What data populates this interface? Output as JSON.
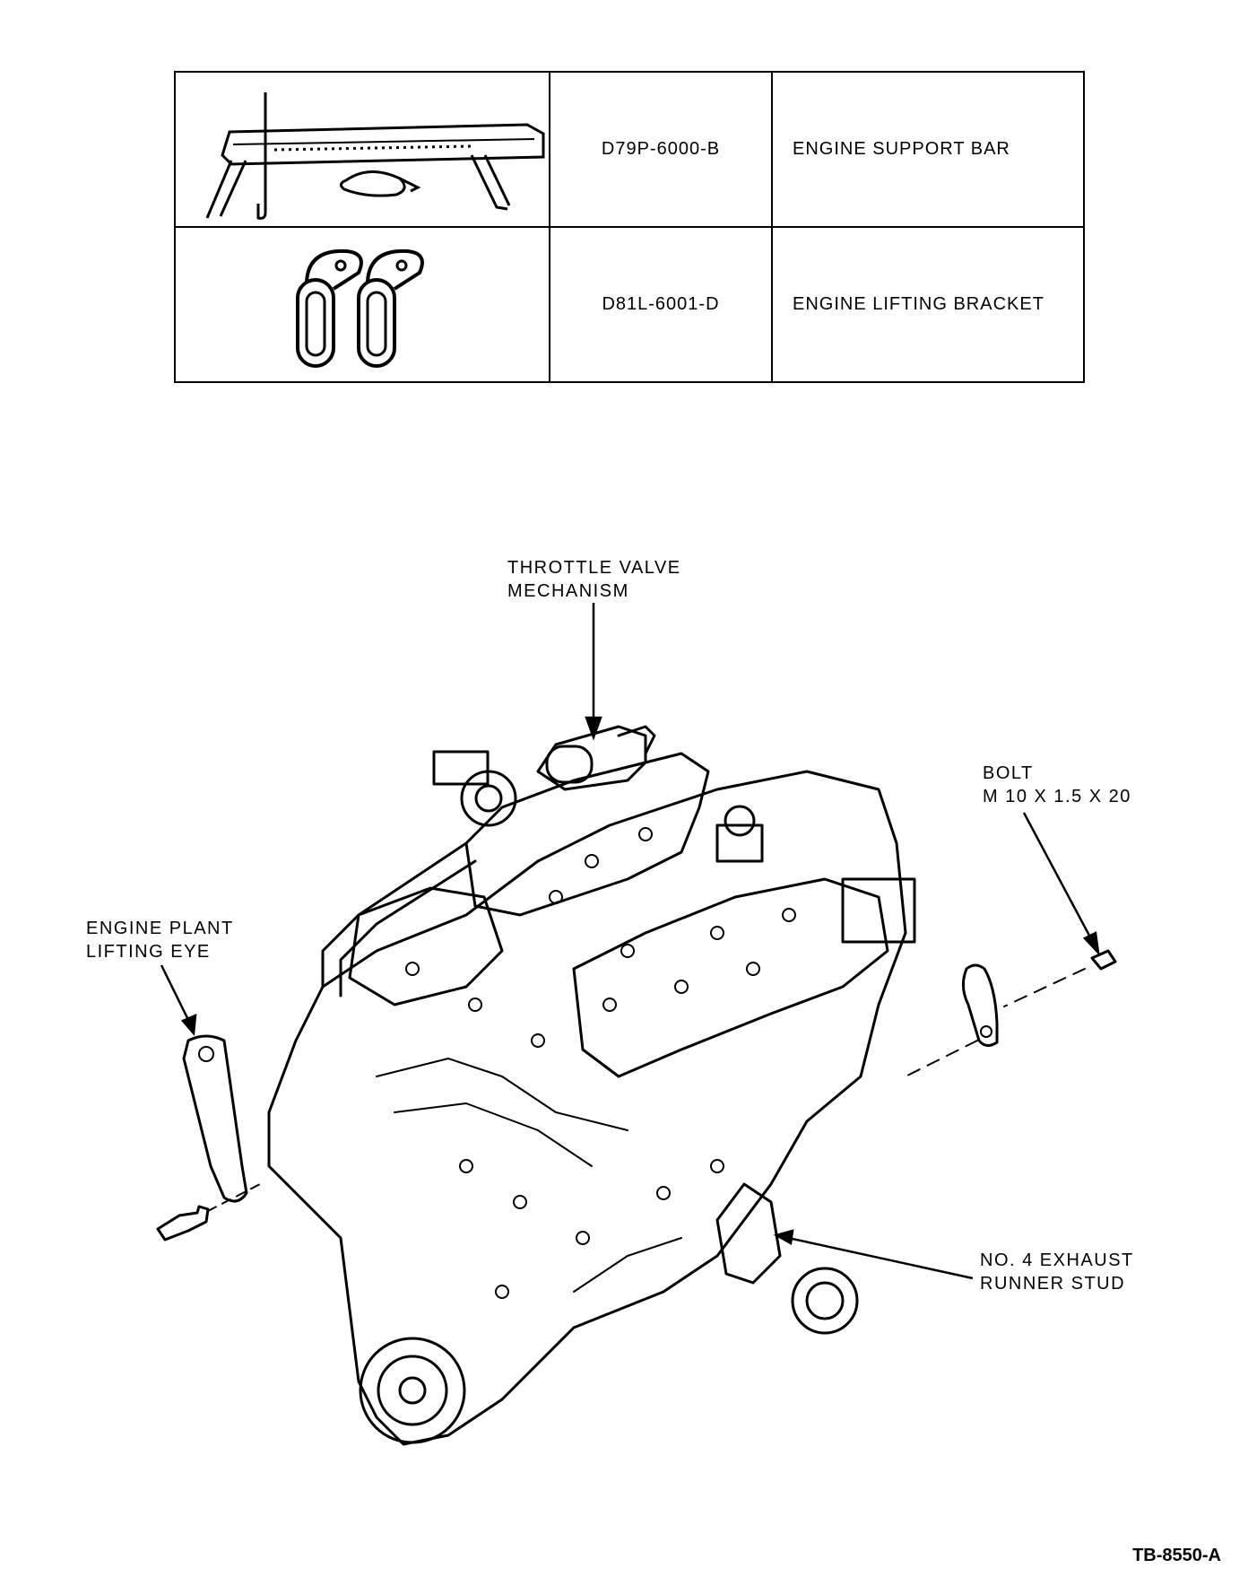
{
  "tools": [
    {
      "image": "engine-support-bar-illustration",
      "part_number": "D79P-6000-B",
      "description": "ENGINE SUPPORT BAR"
    },
    {
      "image": "engine-lifting-bracket-illustration",
      "part_number": "D81L-6001-D",
      "description": "ENGINE LIFTING BRACKET"
    }
  ],
  "callouts": {
    "throttle_line1": "THROTTLE VALVE",
    "throttle_line2": "MECHANISM",
    "bolt_line1": "BOLT",
    "bolt_line2": "M 10 X 1.5 X 20",
    "lifting_eye_line1": "ENGINE PLANT",
    "lifting_eye_line2": "LIFTING EYE",
    "exhaust_line1": "NO. 4 EXHAUST",
    "exhaust_line2": "RUNNER STUD"
  },
  "figure_id": "TB-8550-A"
}
